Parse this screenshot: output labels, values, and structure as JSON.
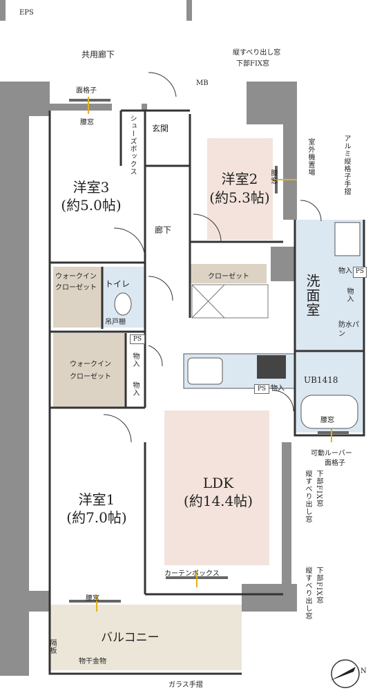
{
  "top": {
    "eps": "EPS",
    "common_corridor": "共用廊下",
    "mb": "MB"
  },
  "windows": {
    "menkoushi": "面格子",
    "koshimado": "腰窓",
    "tate_suberi": "縦すべり出し窓",
    "kabu_fix": "下部FIX窓",
    "kadou_louver": "可動ルーバー",
    "kadou_louver_sub": "面格子",
    "tate_suberi_v": "縦すべり出し窓",
    "kabu_fix_v": "下部FIX窓",
    "curtain_box": "カーテンボックス"
  },
  "rooms": {
    "genkan": "玄関",
    "shoes_box": "シューズボックス",
    "room3_name": "洋室3",
    "room3_size": "(約5.0帖)",
    "room2_name": "洋室2",
    "room2_size": "(約5.3帖)",
    "rouka": "廊下",
    "closet": "クローゼット",
    "walkin1_a": "ウォークイン",
    "walkin1_b": "クローゼット",
    "toilet": "トイレ",
    "tsurito": "吊戸棚",
    "walkin2_a": "ウォークイン",
    "walkin2_b": "クローゼット",
    "ps": "PS",
    "mono": "物入",
    "senmen": "洗面室",
    "bousui": "防水パン",
    "ub": "UB1418",
    "ldk_name": "LDK",
    "ldk_size": "(約14.4帖)",
    "room1_name": "洋室1",
    "room1_size": "(約7.0帖)",
    "outdoor_unit": "室外機置場",
    "alumi_rail": "アルミ縦格子手摺",
    "balcony": "バルコニー",
    "hedatebaita": "隔板",
    "monohoshi": "物干金物",
    "glass_rail": "ガラス手摺"
  },
  "compass": {
    "north": "N"
  }
}
